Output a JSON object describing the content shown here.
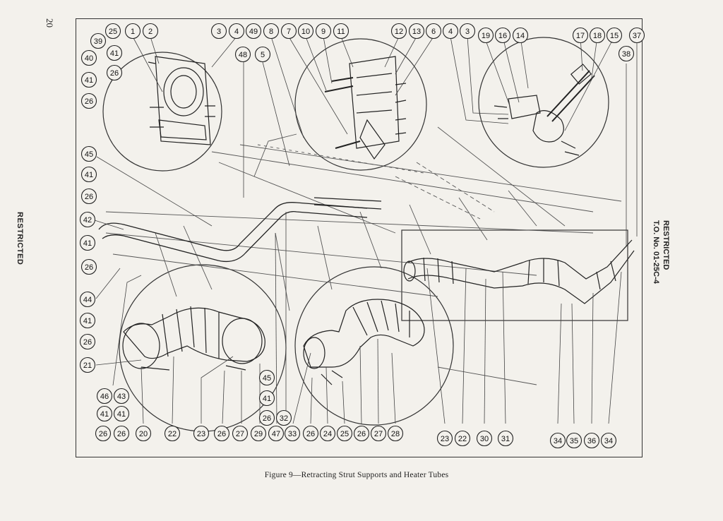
{
  "page": {
    "number": "20",
    "left_margin": "RESTRICTED",
    "right_margin": [
      "RESTRICTED",
      "T.O. No. 01-25C-4"
    ],
    "caption": "Figure 9—Retracting Strut Supports and Heater Tubes"
  },
  "callouts": [
    {
      "label": "25"
    },
    {
      "label": "1"
    },
    {
      "label": "2"
    },
    {
      "label": "3"
    },
    {
      "label": "4"
    },
    {
      "label": "49"
    },
    {
      "label": "8"
    },
    {
      "label": "7"
    },
    {
      "label": "10"
    },
    {
      "label": "9"
    },
    {
      "label": "11"
    },
    {
      "label": "12"
    },
    {
      "label": "13"
    },
    {
      "label": "6"
    },
    {
      "label": "4"
    },
    {
      "label": "3"
    },
    {
      "label": "19"
    },
    {
      "label": "16"
    },
    {
      "label": "14"
    },
    {
      "label": "17"
    },
    {
      "label": "18"
    },
    {
      "label": "15"
    },
    {
      "label": "37"
    },
    {
      "label": "39"
    },
    {
      "label": "41"
    },
    {
      "label": "40"
    },
    {
      "label": "41"
    },
    {
      "label": "26"
    },
    {
      "label": "26"
    },
    {
      "label": "48"
    },
    {
      "label": "5"
    },
    {
      "label": "38"
    },
    {
      "label": "45"
    },
    {
      "label": "41"
    },
    {
      "label": "26"
    },
    {
      "label": "42"
    },
    {
      "label": "41"
    },
    {
      "label": "26"
    },
    {
      "label": "44"
    },
    {
      "label": "41"
    },
    {
      "label": "26"
    },
    {
      "label": "21"
    },
    {
      "label": "46"
    },
    {
      "label": "43"
    },
    {
      "label": "41"
    },
    {
      "label": "41"
    },
    {
      "label": "26"
    },
    {
      "label": "26"
    },
    {
      "label": "20"
    },
    {
      "label": "22"
    },
    {
      "label": "23"
    },
    {
      "label": "26"
    },
    {
      "label": "27"
    },
    {
      "label": "29"
    },
    {
      "label": "47"
    },
    {
      "label": "45"
    },
    {
      "label": "41"
    },
    {
      "label": "26"
    },
    {
      "label": "32"
    },
    {
      "label": "33"
    },
    {
      "label": "26"
    },
    {
      "label": "24"
    },
    {
      "label": "25"
    },
    {
      "label": "26"
    },
    {
      "label": "27"
    },
    {
      "label": "28"
    },
    {
      "label": "23"
    },
    {
      "label": "22"
    },
    {
      "label": "30"
    },
    {
      "label": "31"
    },
    {
      "label": "34"
    },
    {
      "label": "35"
    },
    {
      "label": "36"
    },
    {
      "label": "34"
    }
  ]
}
